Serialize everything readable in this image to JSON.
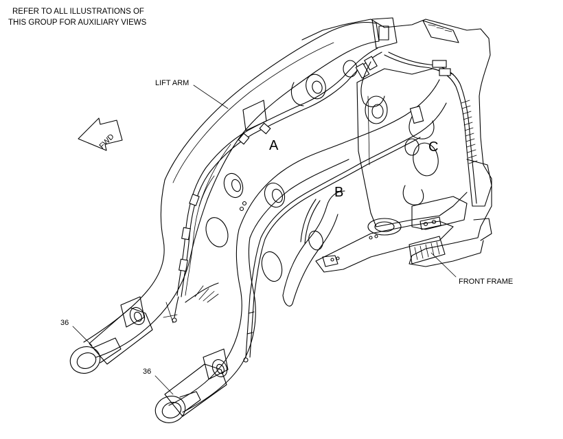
{
  "note": {
    "line1": "REFER TO ALL ILLUSTRATIONS OF",
    "line2": "THIS GROUP FOR AUXILIARY VIEWS"
  },
  "labels": {
    "lift_arm": "LIFT ARM",
    "front_frame": "FRONT FRAME",
    "fwd": "FWD",
    "part_left": "36",
    "part_right": "36"
  },
  "views": {
    "a": "A",
    "b": "B",
    "c": "C"
  }
}
